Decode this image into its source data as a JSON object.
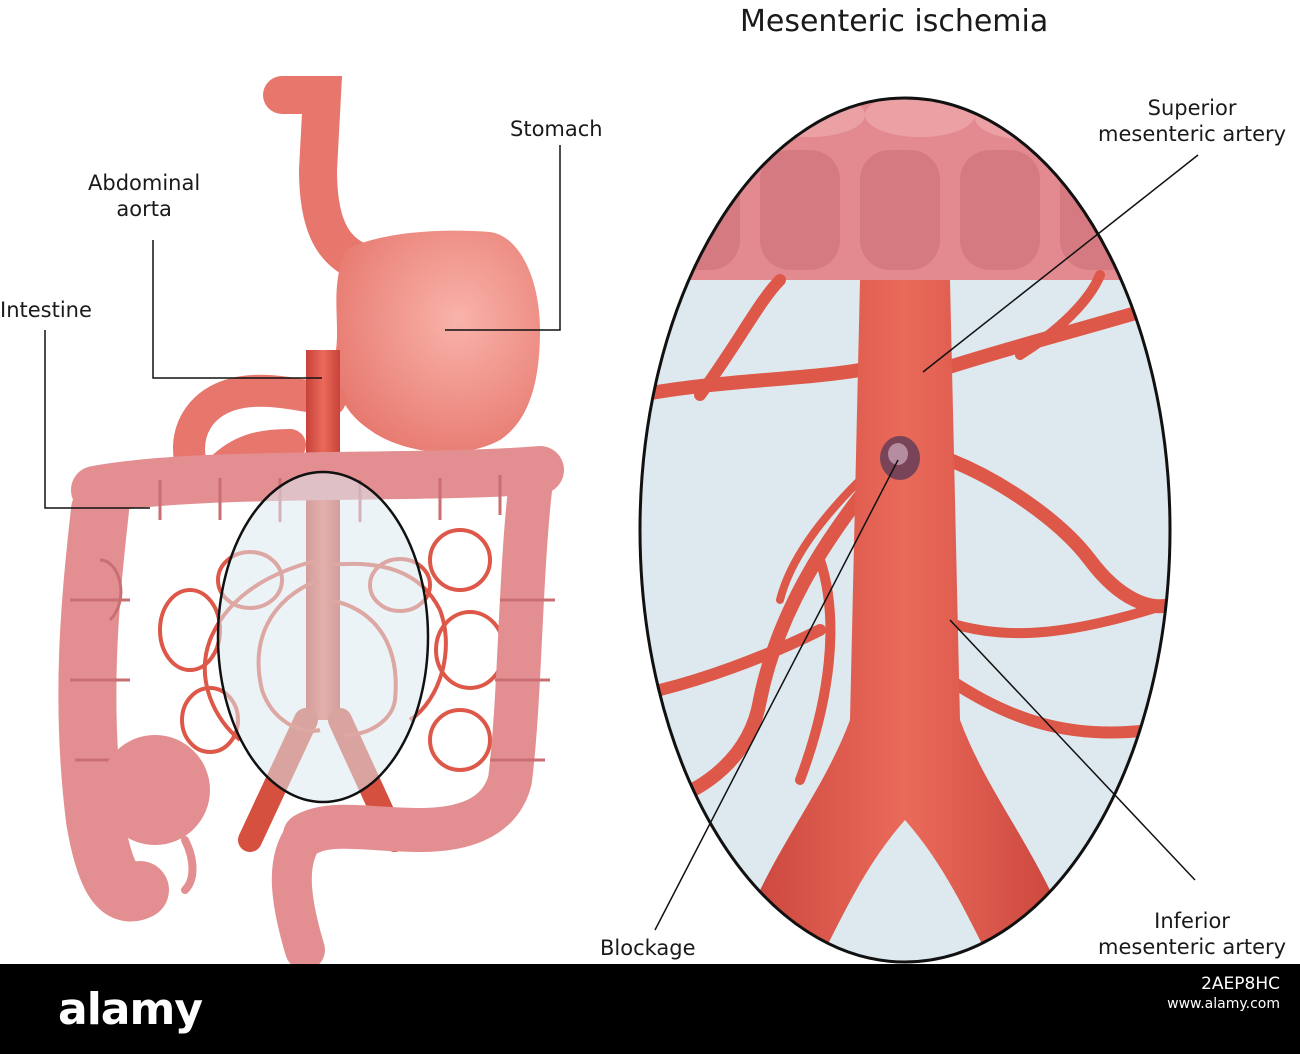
{
  "title": "Mesenteric ischemia",
  "labels": {
    "stomach": "Stomach",
    "aorta_line1": "Abdominal",
    "aorta_line2": "aorta",
    "intestine": "Intestine",
    "sma_line1": "Superior",
    "sma_line2": "mesenteric artery",
    "blockage": "Blockage",
    "ima_line1": "Inferior",
    "ima_line2": "mesenteric artery"
  },
  "watermark": {
    "logo": "alamy",
    "image_id": "2AEP8HC",
    "url": "www.alamy.com"
  },
  "colors": {
    "artery": "#e35a4a",
    "artery_dark": "#c8423a",
    "intestine": "#e89a9a",
    "intestine_dark": "#c96e72",
    "stomach": "#f08a82",
    "background_fill": "#dde9ee"
  }
}
